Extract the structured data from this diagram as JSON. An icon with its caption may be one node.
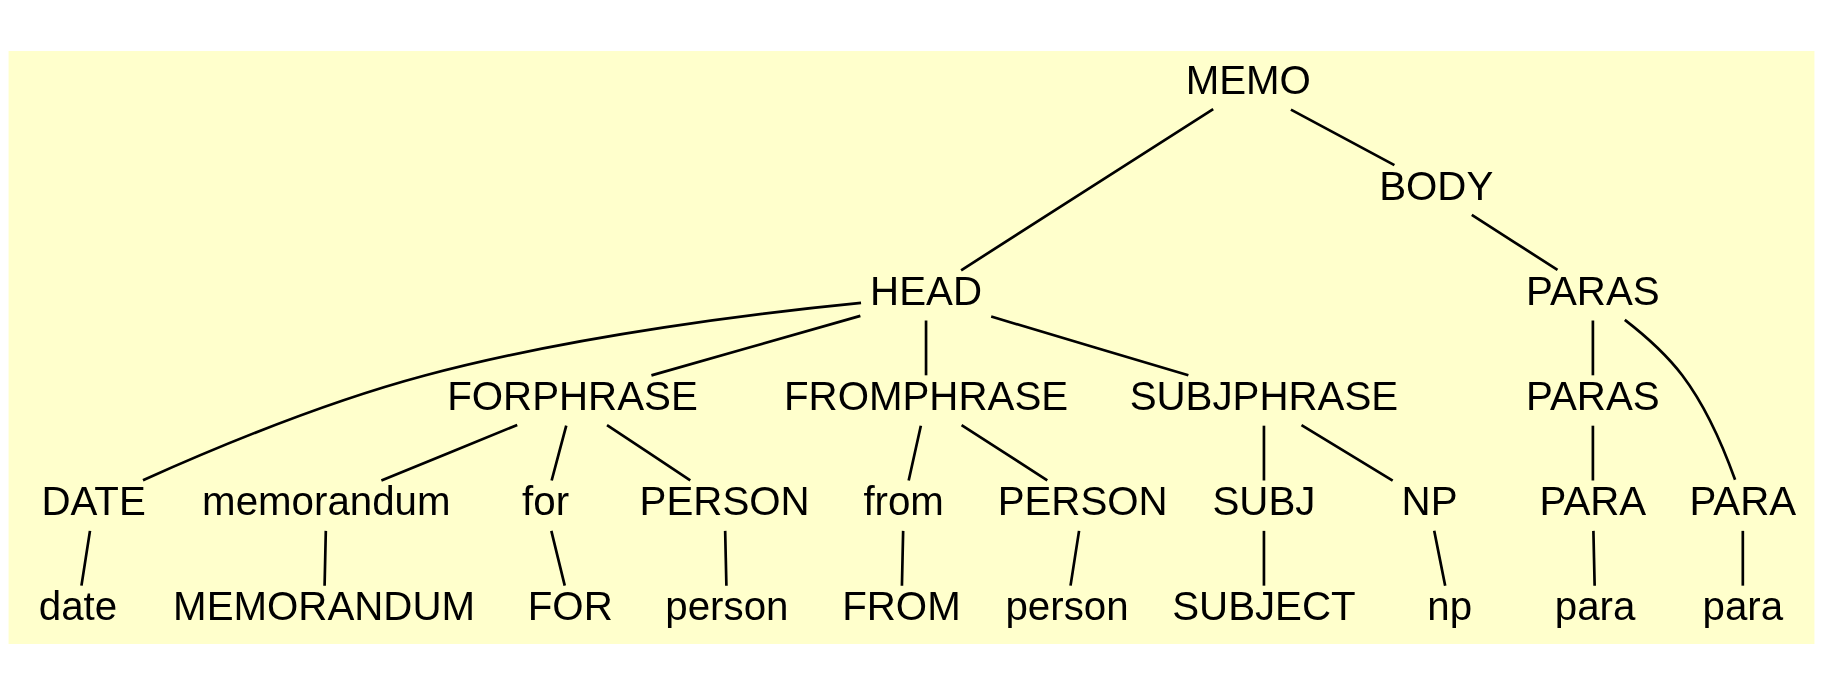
{
  "diagram": {
    "nodes": [
      {
        "text": [
          "MEMO"
        ]
      },
      {
        "text": [
          "HEAD"
        ]
      },
      {
        "text": [
          "BODY"
        ]
      },
      {
        "text": [
          "PARAS"
        ]
      },
      {
        "text": [
          "FORPHRASE"
        ]
      },
      {
        "text": [
          "FROMPHRASE"
        ]
      },
      {
        "text": [
          "SUBJPHRASE"
        ]
      },
      {
        "text": [
          "PARAS"
        ]
      },
      {
        "text": [
          "DATE"
        ]
      },
      {
        "text": [
          "memorandum"
        ]
      },
      {
        "text": [
          "for"
        ]
      },
      {
        "text": [
          "PERSON"
        ]
      },
      {
        "text": [
          "from"
        ]
      },
      {
        "text": [
          "PERSON"
        ]
      },
      {
        "text": [
          "SUBJ"
        ]
      },
      {
        "text": [
          "NP"
        ]
      },
      {
        "text": [
          "PARA"
        ]
      },
      {
        "text": [
          "PARA"
        ]
      },
      {
        "text": [
          "date"
        ]
      },
      {
        "text": [
          "MEMORANDUM"
        ]
      },
      {
        "text": [
          "FOR"
        ]
      },
      {
        "text": [
          "person"
        ]
      },
      {
        "text": [
          "FROM"
        ]
      },
      {
        "text": [
          "person"
        ]
      },
      {
        "text": [
          "SUBJECT"
        ]
      },
      {
        "text": [
          "np"
        ]
      },
      {
        "text": [
          "para"
        ]
      },
      {
        "text": [
          "para"
        ]
      }
    ],
    "edges": [
      {
        "from": 0,
        "to": 1,
        "arrow": "none"
      },
      {
        "from": 0,
        "to": 2,
        "arrow": "none"
      },
      {
        "from": 1,
        "to": 8,
        "arrow": "none"
      },
      {
        "from": 1,
        "to": 4,
        "arrow": "none"
      },
      {
        "from": 1,
        "to": 5,
        "arrow": "none"
      },
      {
        "from": 1,
        "to": 6,
        "arrow": "none"
      },
      {
        "from": 2,
        "to": 3,
        "arrow": "none"
      },
      {
        "from": 3,
        "to": 7,
        "arrow": "none"
      },
      {
        "from": 3,
        "to": 17,
        "arrow": "none"
      },
      {
        "from": 4,
        "to": 9,
        "arrow": "none"
      },
      {
        "from": 4,
        "to": 10,
        "arrow": "none"
      },
      {
        "from": 4,
        "to": 11,
        "arrow": "none"
      },
      {
        "from": 5,
        "to": 12,
        "arrow": "none"
      },
      {
        "from": 5,
        "to": 13,
        "arrow": "none"
      },
      {
        "from": 6,
        "to": 14,
        "arrow": "none"
      },
      {
        "from": 6,
        "to": 15,
        "arrow": "none"
      },
      {
        "from": 7,
        "to": 16,
        "arrow": "none"
      },
      {
        "from": 8,
        "to": 18,
        "arrow": "none"
      },
      {
        "from": 9,
        "to": 19,
        "arrow": "none"
      },
      {
        "from": 10,
        "to": 20,
        "arrow": "none"
      },
      {
        "from": 11,
        "to": 21,
        "arrow": "none"
      },
      {
        "from": 12,
        "to": 22,
        "arrow": "none"
      },
      {
        "from": 13,
        "to": 23,
        "arrow": "none"
      },
      {
        "from": 14,
        "to": 24,
        "arrow": "none"
      },
      {
        "from": 15,
        "to": 25,
        "arrow": "none"
      },
      {
        "from": 16,
        "to": 26,
        "arrow": "none"
      },
      {
        "from": 17,
        "to": 27,
        "arrow": "none"
      }
    ]
  }
}
